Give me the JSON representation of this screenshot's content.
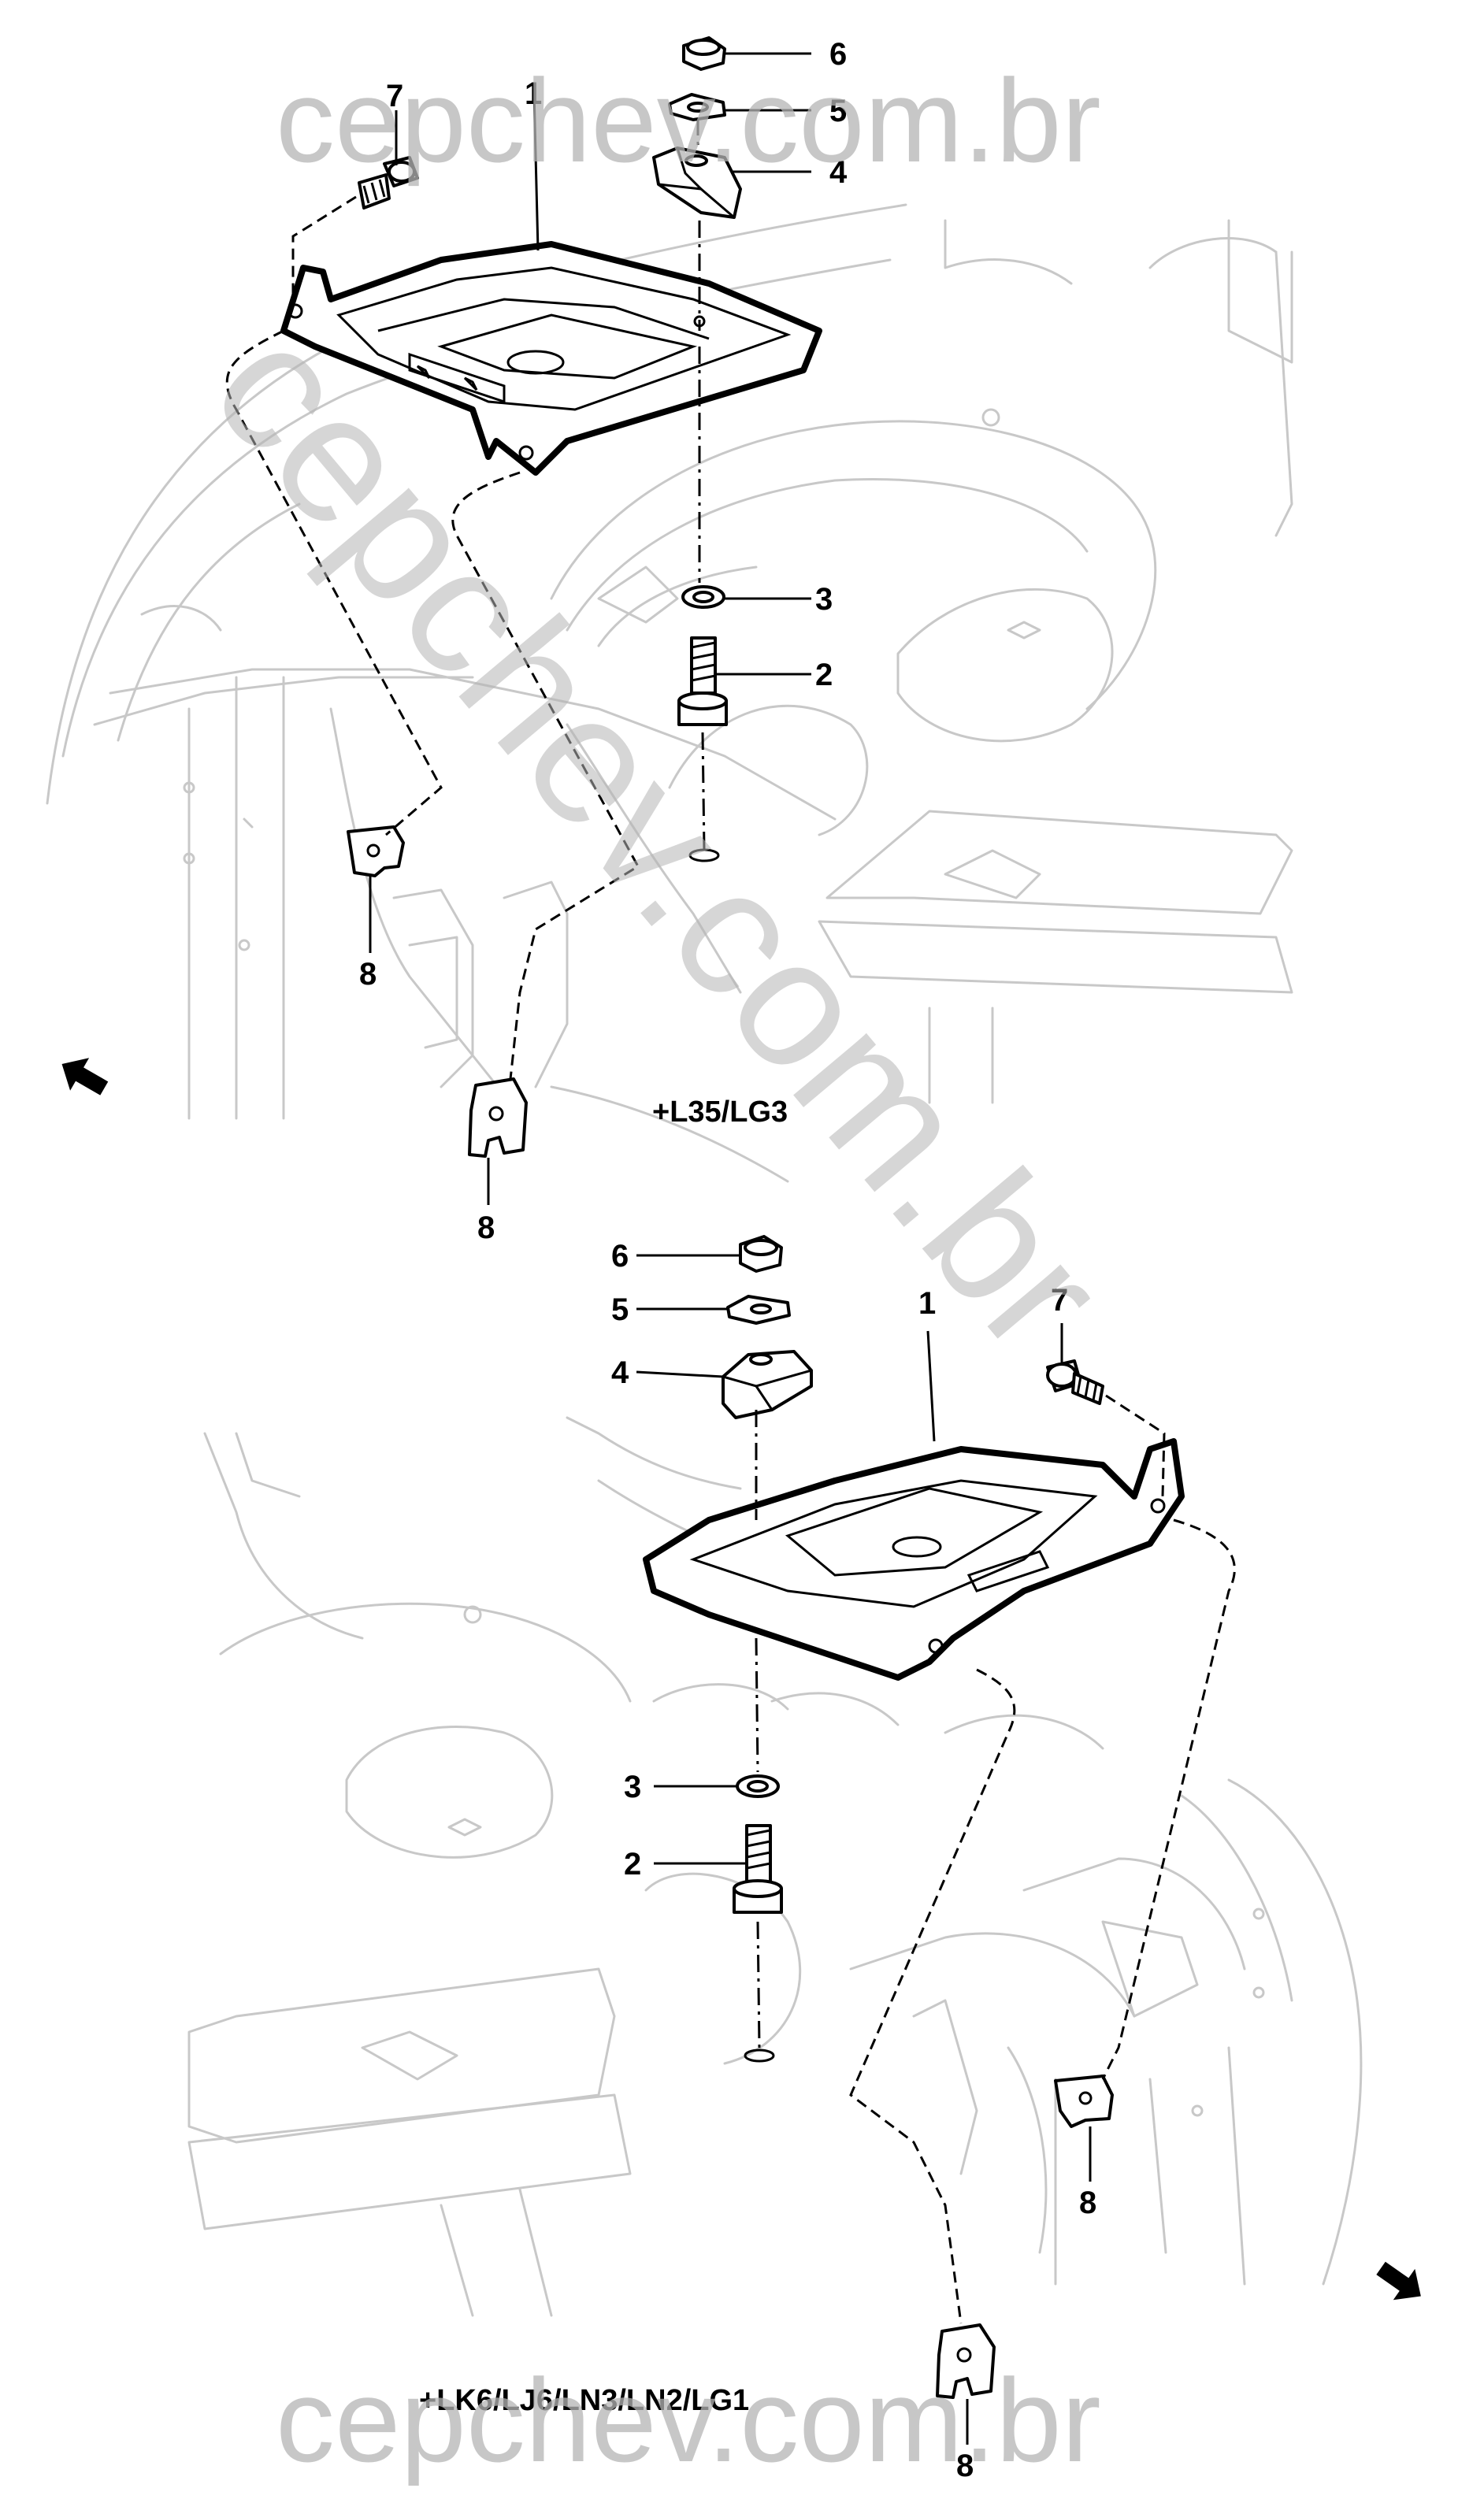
{
  "watermark": {
    "top_text": "cepchev.com.br",
    "bottom_text": "cepchev.com.br",
    "diagonal_text": "cepchev.com.br"
  },
  "diagrams": [
    {
      "variant_label": "+L35/LG3",
      "callouts": [
        {
          "id": "7",
          "label": "7"
        },
        {
          "id": "1",
          "label": "1"
        },
        {
          "id": "6",
          "label": "6"
        },
        {
          "id": "5",
          "label": "5"
        },
        {
          "id": "4",
          "label": "4"
        },
        {
          "id": "3",
          "label": "3"
        },
        {
          "id": "2",
          "label": "2"
        },
        {
          "id": "8a",
          "label": "8"
        },
        {
          "id": "8b",
          "label": "8"
        }
      ],
      "direction_icon": "arrow-front-left-icon"
    },
    {
      "variant_label": "+LK6/LJ6/LN3/LN2/LG1",
      "callouts": [
        {
          "id": "6",
          "label": "6"
        },
        {
          "id": "5",
          "label": "5"
        },
        {
          "id": "4",
          "label": "4"
        },
        {
          "id": "1",
          "label": "1"
        },
        {
          "id": "7",
          "label": "7"
        },
        {
          "id": "3",
          "label": "3"
        },
        {
          "id": "2",
          "label": "2"
        },
        {
          "id": "8a",
          "label": "8"
        },
        {
          "id": "8b",
          "label": "8"
        }
      ],
      "direction_icon": "arrow-front-right-icon"
    }
  ]
}
